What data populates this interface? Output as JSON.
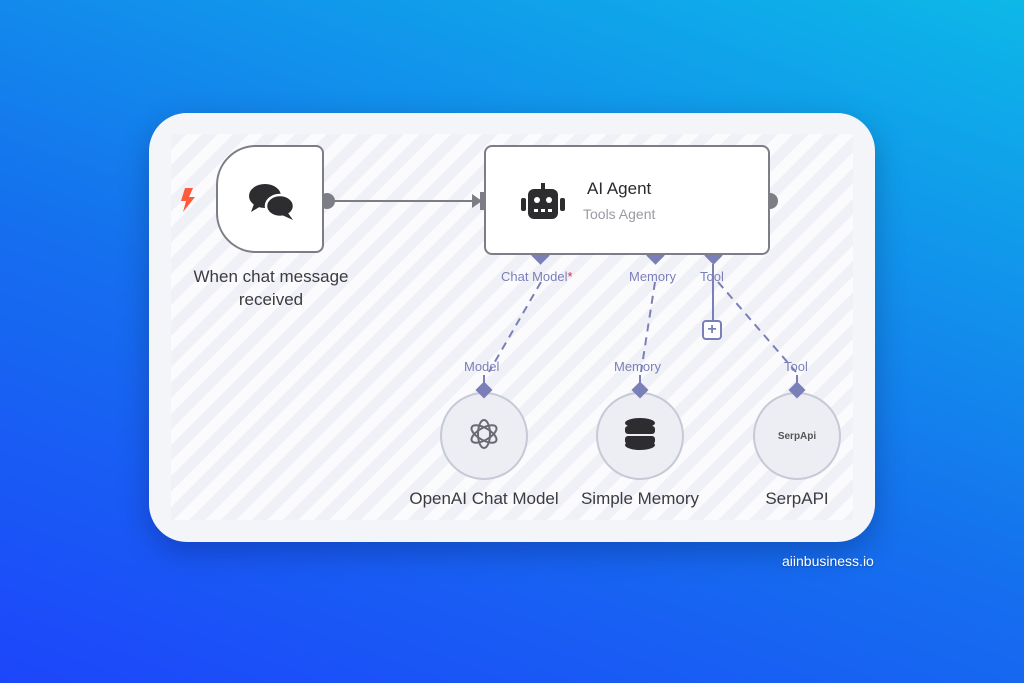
{
  "nodes": {
    "trigger": {
      "label": "When chat message received",
      "label_line1": "When chat message",
      "label_line2": "received",
      "icon": "chat-bubbles-icon",
      "badge_icon": "lightning-icon"
    },
    "agent": {
      "title": "AI Agent",
      "subtitle": "Tools Agent",
      "icon": "robot-icon",
      "ports": {
        "chat_model": "Chat Model",
        "chat_model_required": "*",
        "memory": "Memory",
        "tool": "Tool"
      }
    },
    "openai": {
      "label": "OpenAI Chat Model",
      "port": "Model",
      "icon": "openai-icon"
    },
    "memory": {
      "label": "Simple Memory",
      "port": "Memory",
      "icon": "database-icon"
    },
    "serpapi": {
      "label": "SerpAPI",
      "port": "Tool",
      "logo_text": "SerpApi"
    }
  },
  "add_tool_button": "+",
  "watermark": "aiinbusiness.io",
  "colors": {
    "port": "#7b7fb8",
    "trigger_bolt": "#ff5a3c",
    "node_border": "#7d7d85"
  }
}
